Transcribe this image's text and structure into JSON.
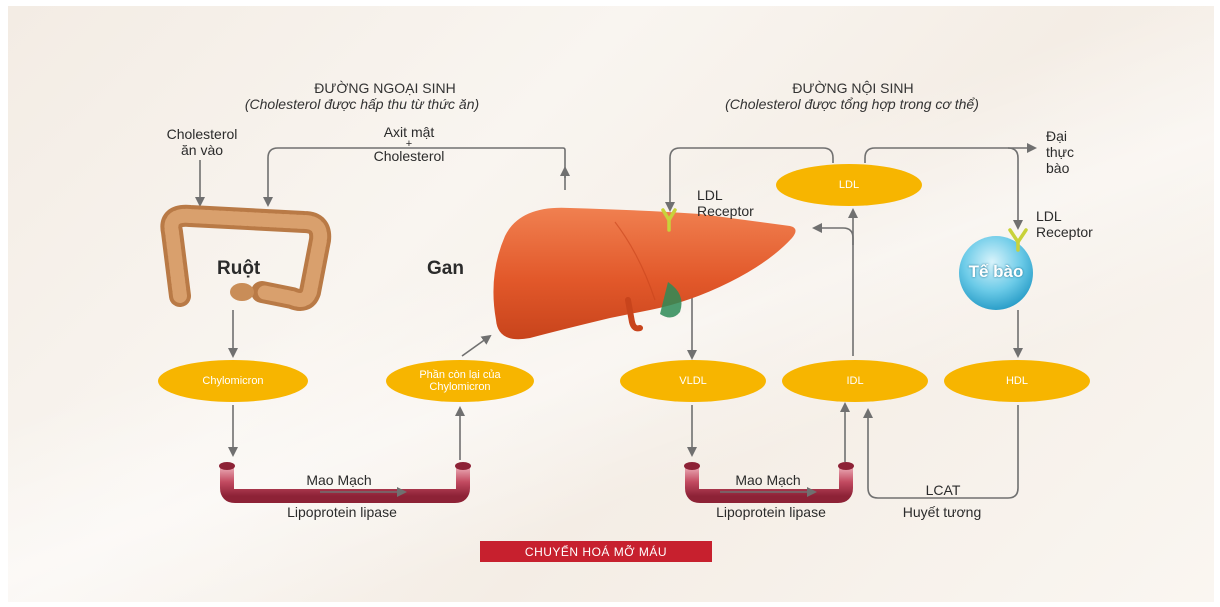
{
  "exogenous": {
    "title": "ĐƯỜNG NGOẠI SINH",
    "subtitle": "(Cholesterol được hấp thu từ thức ăn)",
    "dietary_cholesterol": [
      "Cholesterol",
      "ăn vào"
    ],
    "bile_acid": [
      "Axit mật",
      "+",
      "Cholesterol"
    ],
    "intestine": "Ruột",
    "liver": "Gan",
    "chylomicron": "Chylomicron",
    "remnant": [
      "Phần còn lại của",
      "Chylomicron"
    ],
    "capillary": "Mao Mạch",
    "enzyme": "Lipoprotein lipase"
  },
  "endogenous": {
    "title": "ĐƯỜNG NỘI SINH",
    "subtitle": "(Cholesterol được tổng hợp trong cơ thể)",
    "ldl": "LDL",
    "ldl_receptor_1": [
      "LDL",
      "Receptor"
    ],
    "ldl_receptor_2": [
      "LDL",
      "Receptor"
    ],
    "macrophage": [
      "Đại",
      "thực",
      "bào"
    ],
    "cell": "Tế bào",
    "vldl": "VLDL",
    "idl": "IDL",
    "hdl": "HDL",
    "capillary": "Mao Mạch",
    "enzyme": "Lipoprotein lipase",
    "lcat": "LCAT",
    "plasma": "Huyết tương"
  },
  "footer": {
    "title": "CHUYỂN HOÁ MỠ MÁU"
  },
  "colors": {
    "lipoprotein": "#f7b500",
    "liver": "#e2582a",
    "vessel": "#b8324a",
    "footer": "#c7202e",
    "arrow": "#707070",
    "cell": "#5ec3e4"
  }
}
